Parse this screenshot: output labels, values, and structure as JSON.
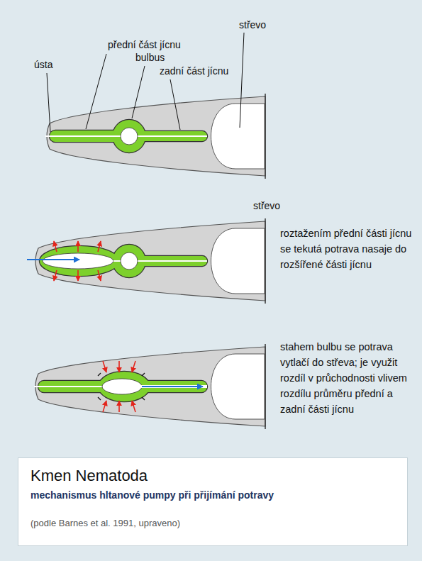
{
  "diagram": {
    "nodes": [
      {
        "text": [
          "Kmen Nematoda",
          "mechanismus hltanové pumpy při přijímání potravy",
          "(podle Barnes et al. 1991, upraveno)"
        ]
      }
    ],
    "labels": [
      "přední část jícnu",
      "bulbus",
      "střevo",
      "ústa",
      "zadní část jícnu",
      "střevo",
      "roztažením přední části jícnu se tekutá potrava nasaje do rozšířené části jícnu",
      "stahem bulbu se potrava vytlačí do střeva; je využit rozdíl v průchodnosti vlivem rozdílu průměru přední a zadní části jícnu"
    ]
  }
}
